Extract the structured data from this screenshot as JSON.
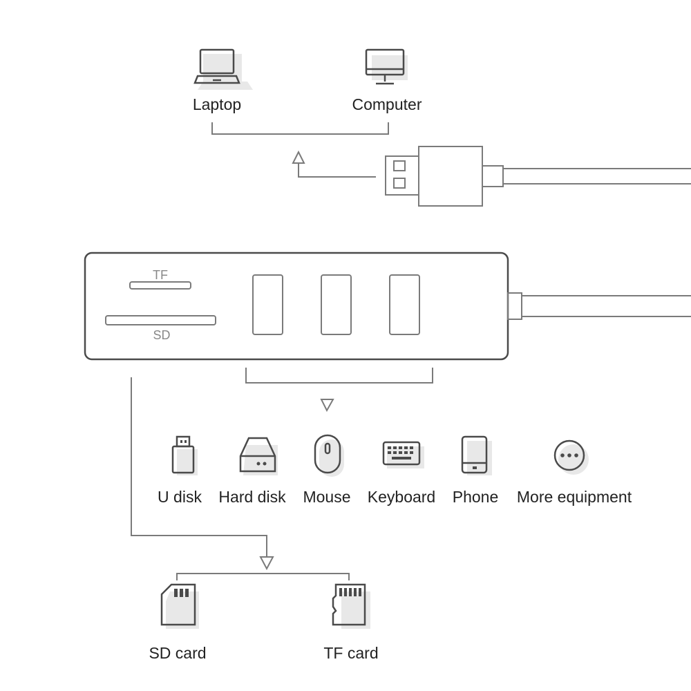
{
  "hosts": [
    {
      "label": "Laptop",
      "icon": "laptop-icon"
    },
    {
      "label": "Computer",
      "icon": "computer-icon"
    }
  ],
  "hub": {
    "tf_label": "TF",
    "sd_label": "SD",
    "usb_port_count": 3
  },
  "devices": [
    {
      "label": "U disk",
      "icon": "usb-drive-icon"
    },
    {
      "label": "Hard disk",
      "icon": "hard-disk-icon"
    },
    {
      "label": "Mouse",
      "icon": "mouse-icon"
    },
    {
      "label": "Keyboard",
      "icon": "keyboard-icon"
    },
    {
      "label": "Phone",
      "icon": "phone-icon"
    },
    {
      "label": "More equipment",
      "icon": "more-icon"
    }
  ],
  "cards": [
    {
      "label": "SD card",
      "icon": "sd-card-icon"
    },
    {
      "label": "TF card",
      "icon": "tf-card-icon"
    }
  ],
  "colors": {
    "line": "#7a7a7a",
    "outline": "#4a4a4a",
    "text": "#222222",
    "icon_shadow": "#e8e8e8"
  }
}
